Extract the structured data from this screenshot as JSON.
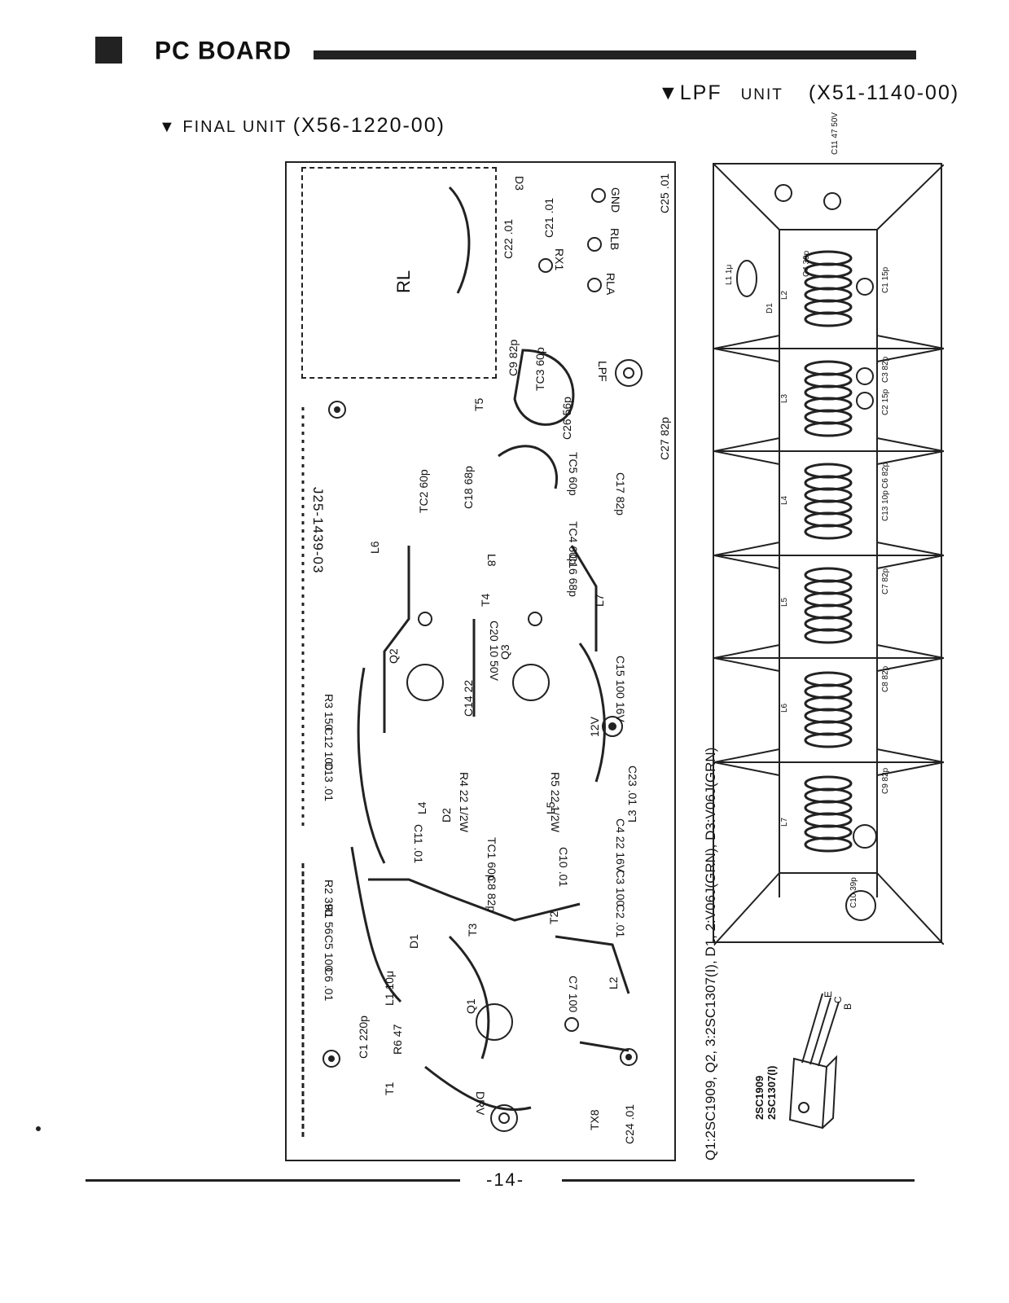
{
  "header": {
    "title": "PC BOARD"
  },
  "lpf_unit": {
    "marker": "▼",
    "name": "LPF",
    "unit_word": "UNIT",
    "code": "(X51-1140-00)"
  },
  "final_unit": {
    "marker": "▼",
    "label": "FINAL UNIT",
    "code": "(X56-1220-00)"
  },
  "pcb": {
    "board_number": "J25-1439-03",
    "relay": "RL",
    "pins": [
      "RX1",
      "RLB",
      "RLA",
      "GND",
      "LPF",
      "12V",
      "DRV",
      "TX8"
    ],
    "components": [
      "D3",
      "C22 .01",
      "C21 .01",
      "C25 .01",
      "C9 82p",
      "TC3 60p",
      "T5",
      "C26 56p",
      "C27 82p",
      "TC2 60p",
      "C18 68p",
      "TC5 60p",
      "C17 82p",
      "TC4 60p",
      "L6",
      "L8",
      "C16 68p",
      "T4",
      "L7",
      "C20 10 50V",
      "Q2",
      "Q3",
      "C15 100 16V",
      "C14 22",
      "R3 150",
      "C12 100",
      "C13 .01",
      "R4 22 1/2W",
      "R5 22 1/2W",
      "C23 .01",
      "L4",
      "L5",
      "D2",
      "C11 .01",
      "TC1 60p",
      "L3",
      "C4 22 16V",
      "C10 .01",
      "C8 82p",
      "C3 100",
      "R2 390",
      "C2 .01",
      "R1 56",
      "T3",
      "T2",
      "C5 100",
      "D1",
      "C6 .01",
      "L1 10μ",
      "C7 100",
      "L2",
      "C1 220p",
      "R6 47",
      "Q1",
      "T1",
      "C24 .01"
    ]
  },
  "semiconductors": "Q1:2SC1909, Q2, 3:2SC1307(I), D1, 2:V06J(GRN), D3:V06J(GRN)",
  "lpf_board": {
    "top_caps": [
      "C11 47 50V"
    ],
    "sections": [
      {
        "coil": "L2",
        "caps": [
          "C4 39p",
          "C1 15p"
        ],
        "diode": "D1",
        "choke": "L1 1μ"
      },
      {
        "coil": "L3",
        "caps": [
          "C2 15p",
          "C3 82p"
        ]
      },
      {
        "coil": "L4",
        "caps": [
          "C6 82p",
          "C13 10p"
        ]
      },
      {
        "coil": "L5",
        "caps": [
          "C7 82p"
        ]
      },
      {
        "coil": "L6",
        "caps": [
          "C8 82p"
        ]
      },
      {
        "coil": "L7",
        "caps": [
          "C9 82p",
          "C10 39p"
        ]
      }
    ]
  },
  "transistor": {
    "pins": [
      "E",
      "C",
      "B"
    ],
    "parts": "2SC1909\n2SC1307(I)"
  },
  "footer": {
    "page": "-14-"
  }
}
